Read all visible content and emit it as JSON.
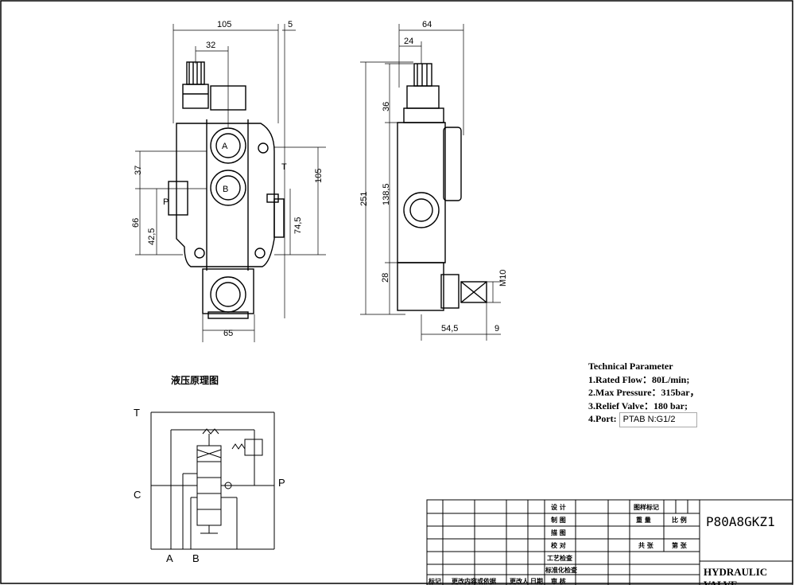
{
  "dimensions": {
    "front": {
      "w105": "105",
      "w5": "5",
      "w32": "32",
      "h37": "37",
      "h66": "66",
      "h42_5": "42,5",
      "h105": "105",
      "h74_5": "74,5",
      "w65": "65",
      "portA": "A",
      "portB": "B",
      "portP": "P",
      "portT": "T"
    },
    "side": {
      "w64": "64",
      "w24": "24",
      "h36": "36",
      "h251": "251",
      "h138_5": "138,5",
      "h28": "28",
      "m10": "M10",
      "w54_5": "54,5",
      "w9": "9"
    }
  },
  "schematic": {
    "title": "液压原理图",
    "ports": {
      "T": "T",
      "C": "C",
      "P": "P",
      "A": "A",
      "B": "B"
    }
  },
  "technical": {
    "title": "Technical Parameter",
    "line1": "1.Rated Flow：80L/min;",
    "line2": "2.Max Pressure：315bar，",
    "line3": "3.Relief Valve：180 bar;",
    "line4_label": "4.Port:",
    "line4_value": "PTAB N:G1/2"
  },
  "title_block": {
    "design": "设 计",
    "draw": "制 图",
    "trace": "描 图",
    "check": "校 对",
    "process": "工艺检查",
    "standard": "标准化检查",
    "review": "审 核",
    "marking": "图样标记",
    "weight": "重 量",
    "scale": "比 例",
    "sheets_total": "共 张",
    "sheet_no": "第 张",
    "mark": "标记",
    "change_doc": "更改内容或依据",
    "change_person": "更改人",
    "date": "日期",
    "model": "P80A8GKZ1",
    "product": "HYDRAULIC VALVE"
  }
}
